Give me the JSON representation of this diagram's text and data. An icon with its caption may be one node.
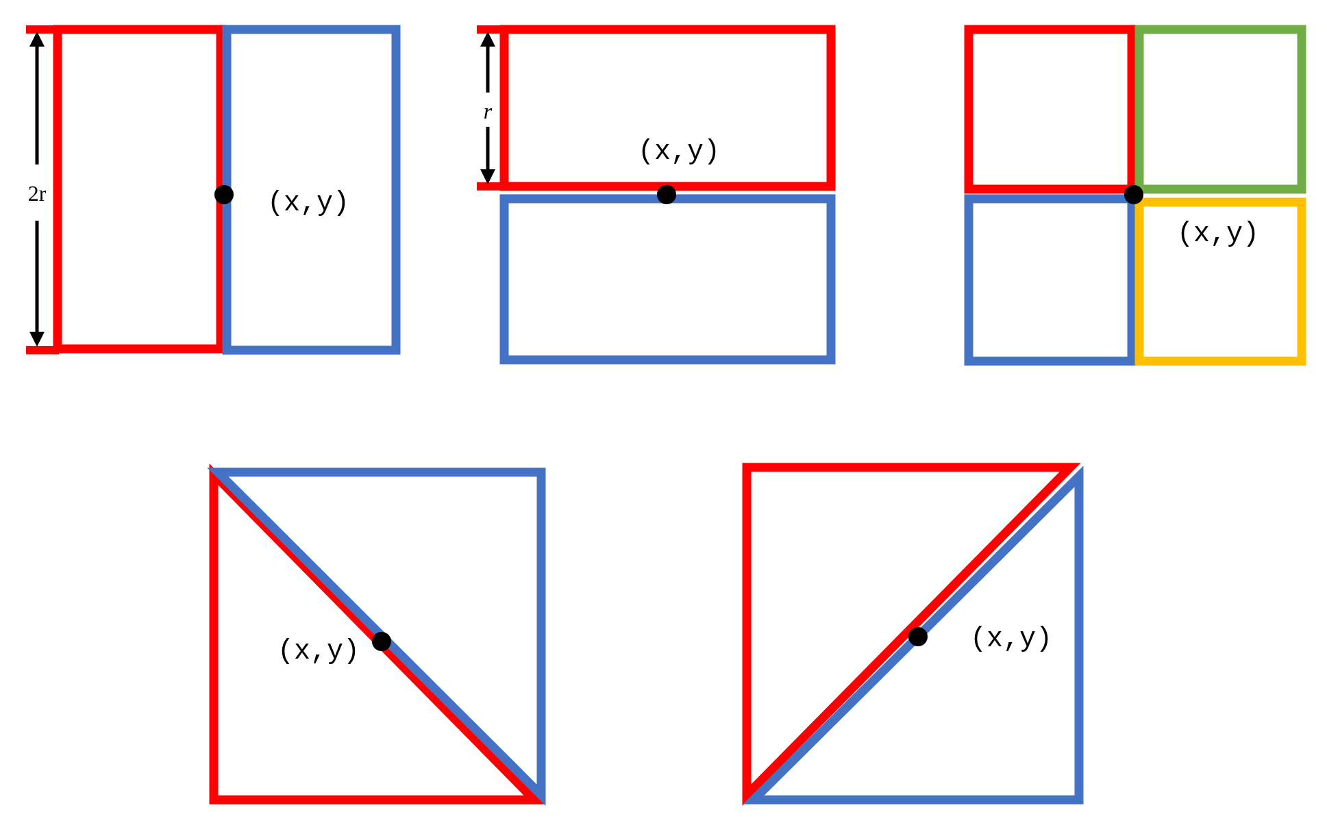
{
  "diagram": {
    "labels": [
      "2r",
      "(x,y)",
      "r",
      "(x,y)",
      "(x,y)",
      "(x,y)",
      "(x,y)"
    ]
  }
}
